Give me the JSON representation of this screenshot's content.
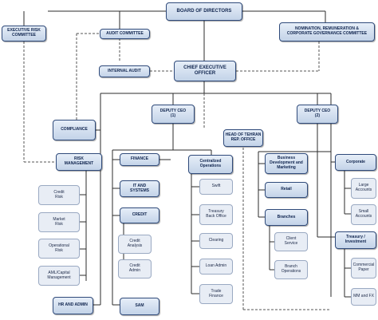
{
  "boxes": {
    "board": "BOARD OF DIRECTORS",
    "exec_risk": "EXECUTIVE RISK\nCOMMITTEE",
    "audit_committee": "AUDIT COMMITTEE",
    "nomination": "NOMINATION, REMUNERATION &\nCORPORATE GOVERNANCE COMMITTEE",
    "internal_audit": "INTERNAL AUDIT",
    "ceo": "CHIEF EXECUTIVE\nOFFICER",
    "deputy1": "DEPUTY CEO\n(1)",
    "deputy2": "DEPUTY CEO\n(2)",
    "compliance": "COMPLIANCE",
    "tehran": "HEAD OF TEHRAN\nREP. OFFICE",
    "risk": "RISK\nMANAGEMENT",
    "finance": "FINANCE",
    "it": "IT AND\nSYSTEMS",
    "credit": "CREDIT",
    "sam": "SAM",
    "centralized": "Centralized\nOperations",
    "bizdev": "Business\nDevelopment and\nMarketing",
    "retail": "Retail",
    "branches": "Branches",
    "corporate": "Corporate",
    "treasury": "Treasury /\nInvestment",
    "hr": "HR AND ADMIN"
  },
  "sub": {
    "risk": [
      "Credit\nRisk",
      "Market\nRisk",
      "Operational\nRisk",
      "AML/Capital\nManagement"
    ],
    "credit": [
      "Credit\nAnalysis",
      "Credit\nAdmin"
    ],
    "centralized": [
      "Swift",
      "Treasury\nBack Office",
      "Clearing",
      "Loan Admin",
      "Trade\nFinance"
    ],
    "branches": [
      "Client\nService",
      "Branch\nOperations"
    ],
    "corporate": [
      "Large\nAccounts",
      "Small\nAccounts"
    ],
    "treasury": [
      "Commercial\nPaper",
      "MM and FX"
    ]
  },
  "colors": {
    "line": "#2b2b2b",
    "dark_border": "#2f4a7a",
    "light_fill": "#e8edf5"
  }
}
